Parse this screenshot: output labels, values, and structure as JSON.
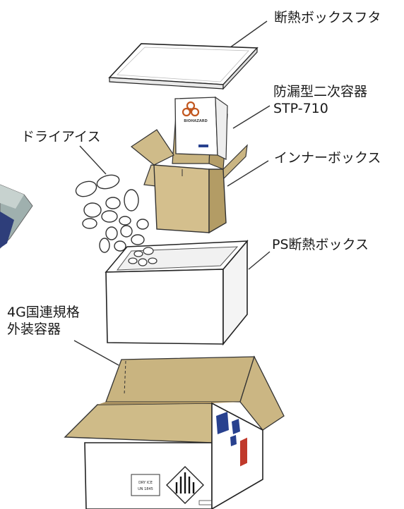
{
  "labels": {
    "lid": "断熱ボックスフタ",
    "secondary_container": "防漏型二次容器",
    "secondary_container_model": "STP-710",
    "dry_ice": "ドライアイス",
    "inner_box": "インナーボックス",
    "ps_box": "PS断熱ボックス",
    "outer_line1": "4G国連規格",
    "outer_line2": "外装容器"
  },
  "container_markings": {
    "biohazard": "BIOHAZARD",
    "dry_ice_label": "DRY ICE",
    "un_number": "UN 1845"
  },
  "colors": {
    "cardboard": "#cdb886",
    "cardboard_dark": "#b9a370",
    "cardboard_shade": "#a89060",
    "foam": "#ffffff",
    "line": "#2a2a2a",
    "biohazard": "#c2571f",
    "label_blue": "#28418f"
  }
}
